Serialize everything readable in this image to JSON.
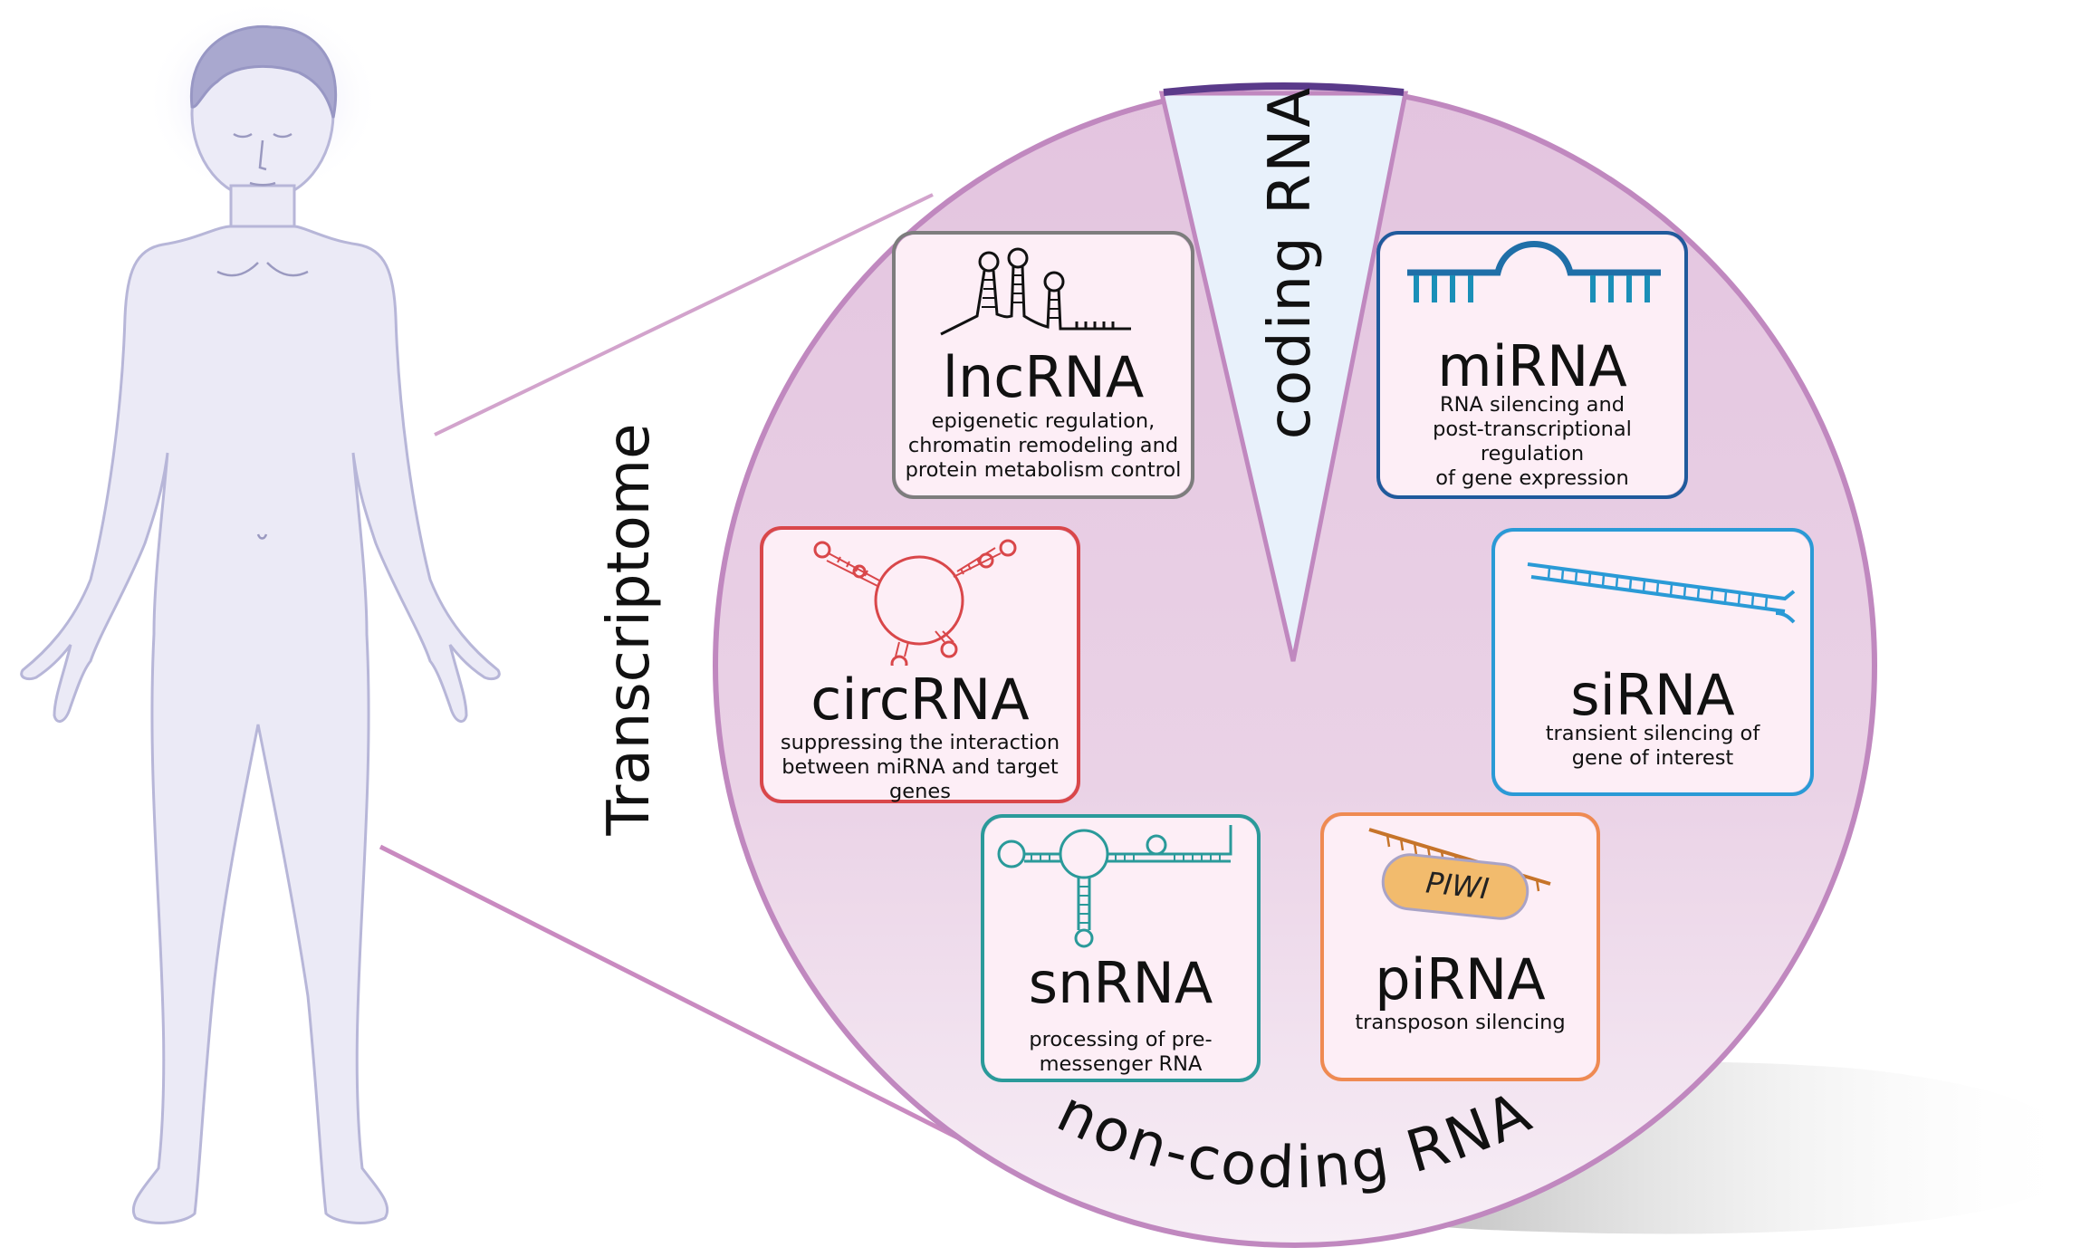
{
  "figure": {
    "side_label": "Transcriptome",
    "coding_label": "coding RNA",
    "noncoding_label": "non-coding RNA"
  },
  "boxes": {
    "lncrna": {
      "name": "lncRNA",
      "desc": "epigenetic regulation,\nchromatin remodeling and\nprotein metabolism control",
      "color": "#7d7d7d"
    },
    "mirna": {
      "name": "miRNA",
      "desc": "RNA silencing and\npost-transcriptional\nregulation\nof gene expression",
      "color": "#1f5a9c"
    },
    "circrna": {
      "name": "circRNA",
      "desc": "suppressing the interaction\nbetween miRNA and target\ngenes",
      "color": "#d9474a"
    },
    "sirna": {
      "name": "siRNA",
      "desc": "transient silencing of\ngene of interest",
      "color": "#2a9ad6"
    },
    "snrna": {
      "name": "snRNA",
      "desc": "processing of pre-\nmessenger RNA",
      "color": "#2a9a9a"
    },
    "pirna": {
      "name": "piRNA",
      "desc": "transposon silencing",
      "color": "#ef8a52",
      "protein_label": "PIWI"
    }
  }
}
